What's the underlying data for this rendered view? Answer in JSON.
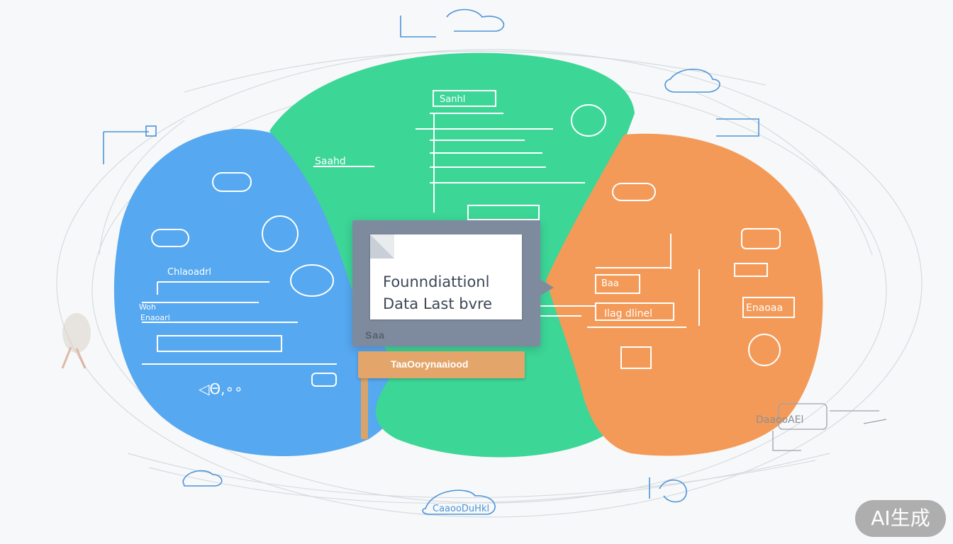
{
  "card": {
    "title_line1": "Founndiattionl",
    "title_line2": "Data Last bvre"
  },
  "card_row": "Saa",
  "banner": {
    "label": "TaaOorynaaiood"
  },
  "regions": {
    "blue": {
      "color": "#56a8f0"
    },
    "green": {
      "color": "#3cd697"
    },
    "orange": {
      "color": "#f49a58"
    }
  },
  "doodles": {
    "bottom_cloud": "CaaooDuHkl",
    "right_bottom": "DaaooAEl",
    "blue_text_1": "Chlaoadrl",
    "blue_text_2": "Woh",
    "blue_text_3": "Enaoarl",
    "blue_text_4": "◁Θ,∘∘",
    "green_text_1": "Saahd",
    "green_text_2": "Sanhl",
    "orange_text_1": "Enaoaa",
    "orange_text_2": "Ilag dlinel",
    "orange_text_3": "Baa"
  },
  "watermark": "AI生成"
}
